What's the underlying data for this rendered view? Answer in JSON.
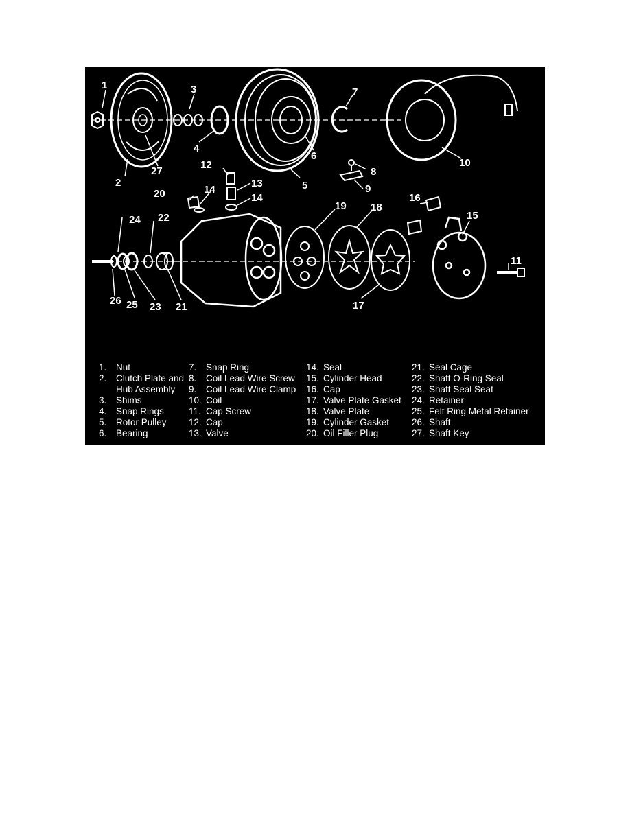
{
  "figure": {
    "colors": {
      "background": "#000000",
      "foreground": "#ffffff"
    },
    "callouts": [
      "1",
      "2",
      "3",
      "4",
      "5",
      "6",
      "7",
      "8",
      "9",
      "10",
      "11",
      "12",
      "13",
      "14",
      "14",
      "15",
      "16",
      "17",
      "18",
      "19",
      "20",
      "21",
      "22",
      "23",
      "24",
      "25",
      "26",
      "27"
    ],
    "legend": [
      [
        {
          "num": "1.",
          "label": "Nut"
        },
        {
          "num": "2.",
          "label": "Clutch Plate and"
        },
        {
          "num": "",
          "label": "Hub Assembly"
        },
        {
          "num": "3.",
          "label": "Shims"
        },
        {
          "num": "4.",
          "label": "Snap Rings"
        },
        {
          "num": "5.",
          "label": "Rotor Pulley"
        },
        {
          "num": "6.",
          "label": "Bearing"
        }
      ],
      [
        {
          "num": "7.",
          "label": "Snap Ring"
        },
        {
          "num": "8.",
          "label": "Coil Lead Wire Screw"
        },
        {
          "num": "9.",
          "label": "Coil Lead Wire Clamp"
        },
        {
          "num": "10.",
          "label": "Coil"
        },
        {
          "num": "11.",
          "label": "Cap Screw"
        },
        {
          "num": "12.",
          "label": "Cap"
        },
        {
          "num": "13.",
          "label": "Valve"
        }
      ],
      [
        {
          "num": "14.",
          "label": "Seal"
        },
        {
          "num": "15.",
          "label": "Cylinder Head"
        },
        {
          "num": "16.",
          "label": "Cap"
        },
        {
          "num": "17.",
          "label": "Valve Plate Gasket"
        },
        {
          "num": "18.",
          "label": "Valve Plate"
        },
        {
          "num": "19.",
          "label": "Cylinder Gasket"
        },
        {
          "num": "20.",
          "label": "Oil Filler Plug"
        }
      ],
      [
        {
          "num": "21.",
          "label": "Seal Cage"
        },
        {
          "num": "22.",
          "label": "Shaft O-Ring Seal"
        },
        {
          "num": "23.",
          "label": "Shaft Seal Seat"
        },
        {
          "num": "24.",
          "label": "Retainer"
        },
        {
          "num": "25.",
          "label": "Felt Ring Metal Retainer"
        },
        {
          "num": "26.",
          "label": "Shaft"
        },
        {
          "num": "27.",
          "label": "Shaft Key"
        }
      ]
    ]
  }
}
